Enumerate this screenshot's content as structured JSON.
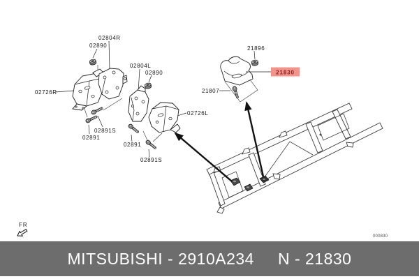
{
  "banner": {
    "left_text": "MITSUBISHI - 2910A234",
    "right_text": "N - 21830",
    "bg_color": "#6d6d6d",
    "text_color": "#ffffff"
  },
  "diagram": {
    "drawing_number": "000830",
    "fr_label": "FR",
    "highlighted_part": {
      "number": "21830",
      "highlight_bg": "#f2948c",
      "highlight_text_color": "#8b2020"
    },
    "labels": {
      "engine_mount_bracket_r": "02804R",
      "engine_mount_nut_r": "02890",
      "engine_mount_r": "02726R",
      "engine_mount_bolt_flanged_r": "02891S",
      "engine_mount_bolt_r": "02891",
      "engine_mount_bracket_l": "02804L",
      "engine_mount_nut_l": "02890",
      "engine_mount_l": "02726L",
      "engine_mount_bolt_l": "02891",
      "engine_mount_bolt_flanged_l": "02891S",
      "roll_stopper_nut": "21896",
      "roll_stopper_bolt": "21807"
    }
  }
}
